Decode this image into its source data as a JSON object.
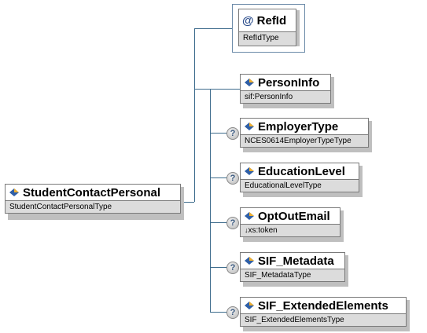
{
  "diagram": {
    "root": {
      "name": "StudentContactPersonal",
      "type": "StudentContactPersonalType"
    },
    "attribute": {
      "name": "RefId",
      "type": "RefIdType",
      "icon": "@"
    },
    "children": [
      {
        "name": "PersonInfo",
        "type": "sif:PersonInfo",
        "optional": false
      },
      {
        "name": "EmployerType",
        "type": "NCES0614EmployerTypeType",
        "optional": true
      },
      {
        "name": "EducationLevel",
        "type": "EducationalLevelType",
        "optional": true
      },
      {
        "name": "OptOutEmail",
        "type": "xs:token",
        "optional": true,
        "type_prefix": "↓"
      },
      {
        "name": "SIF_Metadata",
        "type": "SIF_MetadataType",
        "optional": true
      },
      {
        "name": "SIF_ExtendedElements",
        "type": "SIF_ExtendedElementsType",
        "optional": true
      }
    ],
    "optional_marker": "?",
    "colors": {
      "connector": "#3d6b8c",
      "type_band": "#dcdcdc",
      "border": "#7a7a7a"
    }
  }
}
